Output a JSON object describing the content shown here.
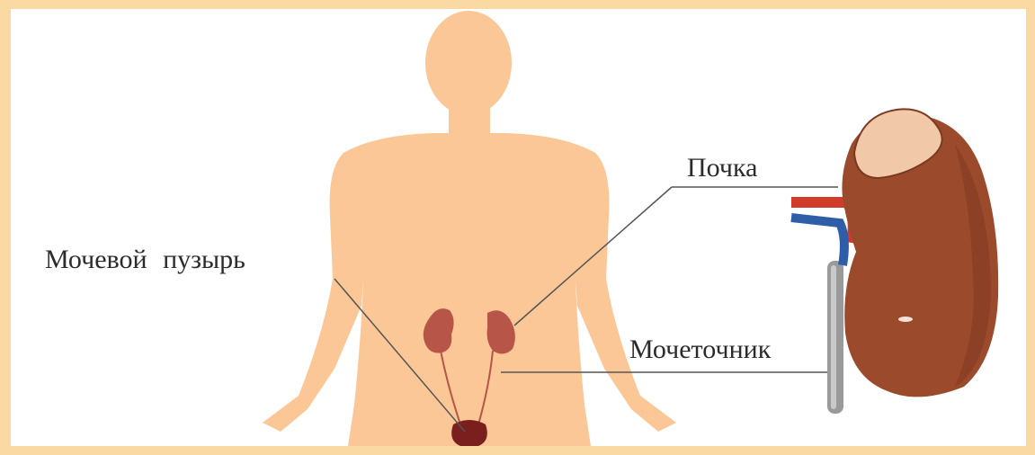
{
  "labels": {
    "kidney": "Почка",
    "bladder": "Мочевой пузырь",
    "ureter": "Мочеточник"
  },
  "colors": {
    "page_border": "#fbd9a3",
    "body_silhouette": "#fbc796",
    "kidney_small": "#b65548",
    "bladder": "#7a1e1e",
    "kidney_large": "#9c4a2c",
    "kidney_top": "#f1c9a8",
    "artery": "#d03b2a",
    "vein": "#2f5ea8",
    "ureter_tube": "#9a9a9a"
  }
}
